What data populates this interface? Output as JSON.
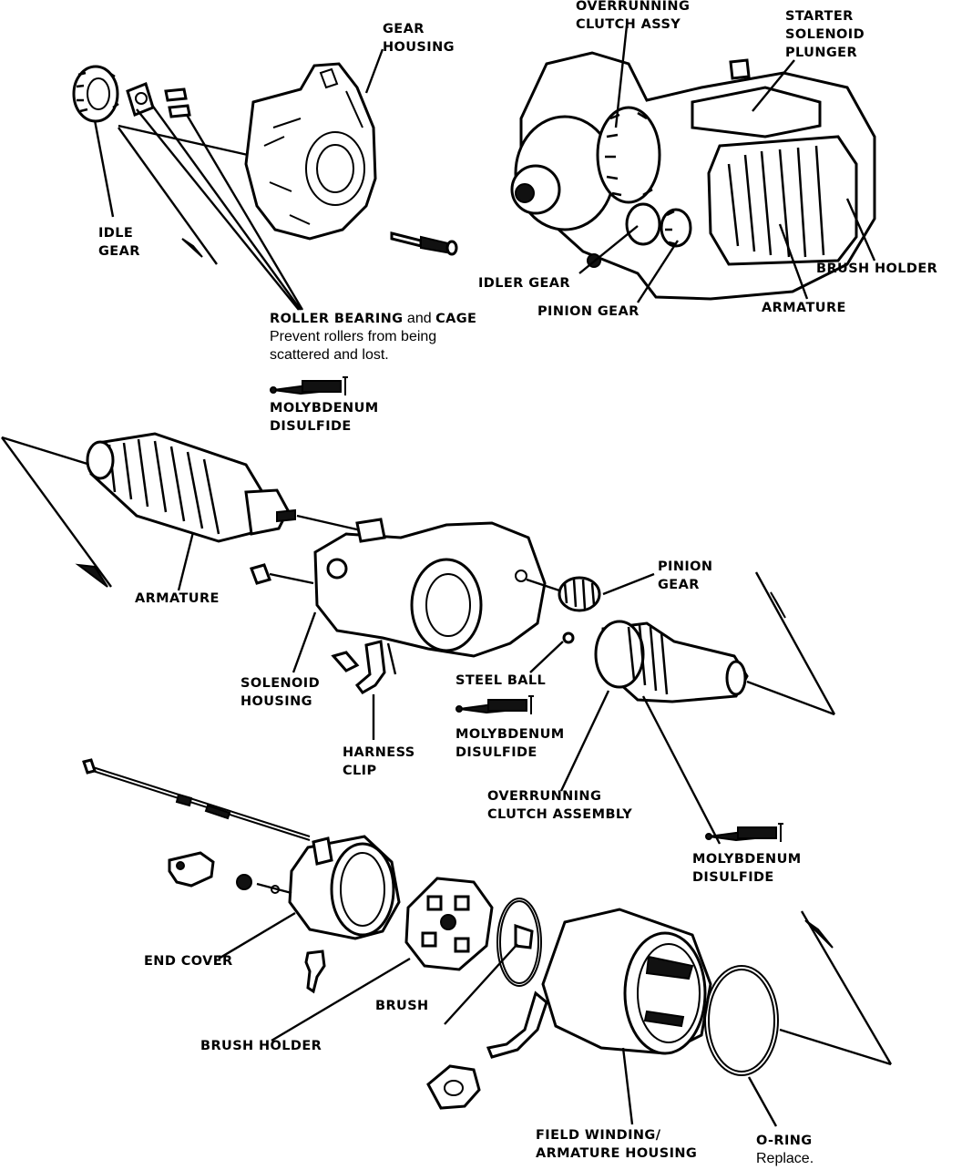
{
  "labels": {
    "gear_housing": [
      "GEAR",
      "HOUSING"
    ],
    "overrunning_clutch_assy": [
      "OVERRUNNING",
      "CLUTCH ASSY"
    ],
    "starter_solenoid_plunger": [
      "STARTER",
      "SOLENOID",
      "PLUNGER"
    ],
    "idle_gear": [
      "IDLE",
      "GEAR"
    ],
    "brush_holder_top": "BRUSH HOLDER",
    "idler_gear": "IDLER GEAR",
    "pinion_gear_top": "PINION GEAR",
    "armature_top": "ARMATURE",
    "roller_bearing_and_cage": {
      "title_bold_1": "ROLLER BEARING",
      "title_and": " and ",
      "title_bold_2": "CAGE",
      "note": [
        "Prevent rollers from being",
        "scattered and lost."
      ]
    },
    "molybdenum_1": [
      "MOLYBDENUM",
      "DISULFIDE"
    ],
    "armature_mid": "ARMATURE",
    "pinion_gear_mid": [
      "PINION",
      "GEAR"
    ],
    "solenoid_housing": [
      "SOLENOID",
      "HOUSING"
    ],
    "steel_ball": "STEEL BALL",
    "molybdenum_2": [
      "MOLYBDENUM",
      "DISULFIDE"
    ],
    "harness_clip": [
      "HARNESS",
      "CLIP"
    ],
    "overrunning_clutch_assembly": [
      "OVERRUNNING",
      "CLUTCH ASSEMBLY"
    ],
    "molybdenum_3": [
      "MOLYBDENUM",
      "DISULFIDE"
    ],
    "end_cover": "END COVER",
    "brush": "BRUSH",
    "brush_holder_bottom": "BRUSH HOLDER",
    "field_winding": [
      "FIELD WINDING/",
      "ARMATURE HOUSING"
    ],
    "o_ring": "O-RING",
    "o_ring_note": "Replace."
  },
  "icons": {
    "grease_tube": "grease-tube-icon",
    "assembly_arrow": "assembly-arrow-icon"
  },
  "colors": {
    "ink": "#000000",
    "paper": "#ffffff"
  }
}
